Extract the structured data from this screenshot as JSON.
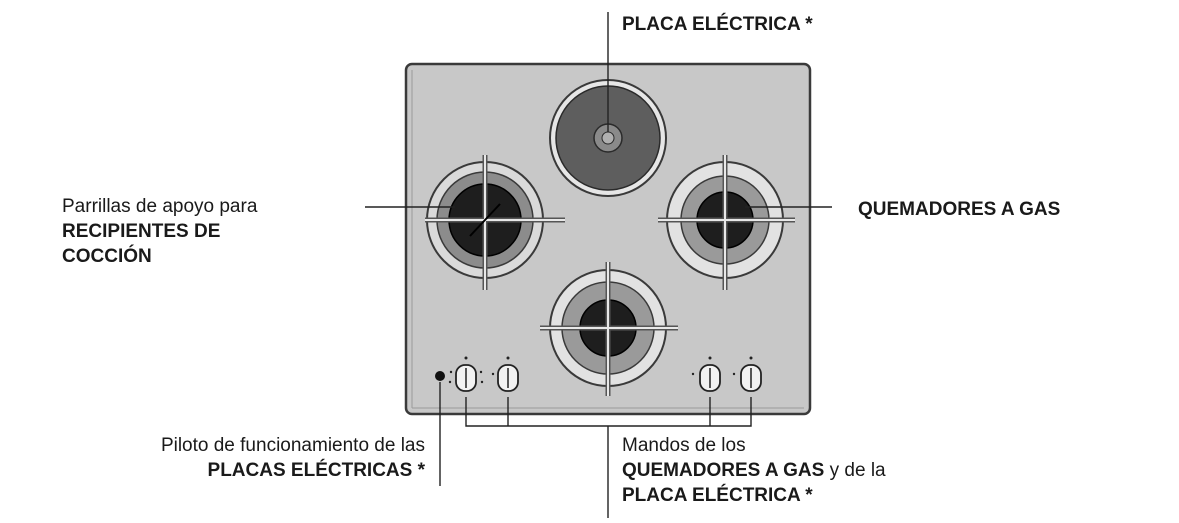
{
  "labels": {
    "hotplate_top": {
      "bold": "PLACA ELÉCTRICA *"
    },
    "grids": {
      "line1": "Parrillas de apoyo para",
      "line2": "RECIPIENTES DE",
      "line3": "COCCIÓN"
    },
    "gas_burners": {
      "bold": "QUEMADORES A GAS"
    },
    "pilot": {
      "line1": "Piloto de funcionamiento de las",
      "line2": "PLACAS ELÉCTRICAS *"
    },
    "controls": {
      "line1": "Mandos de los",
      "line2_bold": "QUEMADORES A GAS",
      "line2_rest": " y de la",
      "line3": "PLACA ELÉCTRICA *"
    }
  },
  "colors": {
    "panel": "#c8c8c8",
    "outline": "#3a3a3a",
    "burner_cap": "#1e1e1e",
    "hotplate": "#5e5e5e"
  }
}
